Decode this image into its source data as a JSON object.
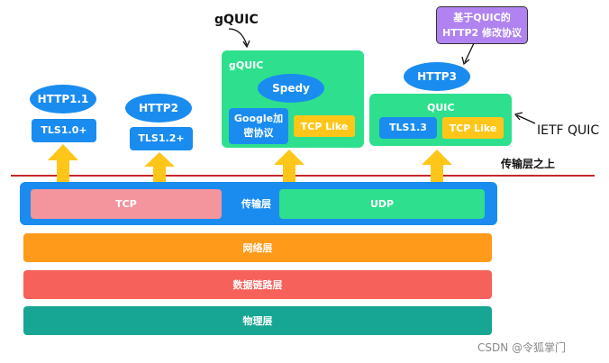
{
  "labels": {
    "gquic_top": "gQUIC",
    "gquic_panel": "gQUIC",
    "quic_panel": "QUIC",
    "ietf_quic": "IETF QUIC",
    "above_transport": "传输层之上",
    "callout": [
      "基于QUIC的",
      "HTTP2 修改协议"
    ],
    "watermark": "CSDN @令狐掌门"
  },
  "stacks": {
    "http11": "HTTP1.1",
    "tls10": "TLS1.0+",
    "http2": "HTTP2",
    "tls12": "TLS1.2+",
    "spedy": "Spedy",
    "google_crypto": [
      "Google加",
      "密协议"
    ],
    "tcp_like_1": "TCP Like",
    "http3": "HTTP3",
    "tls13": "TLS1.3",
    "tcp_like_2": "TCP Like"
  },
  "layers": {
    "tcp": "TCP",
    "transport": "传输层",
    "udp": "UDP",
    "network": "网络层",
    "datalink": "数据链路层",
    "physical": "物理层"
  },
  "colors": {
    "blue": "#1a8cf0",
    "green": "#2ee08d",
    "yellow": "#ffc61a",
    "pink": "#f4949c",
    "orange": "#ff9a1a",
    "red": "#f7615b",
    "teal": "#17a693",
    "purple": "#b083f0",
    "divider": "#c62828"
  }
}
